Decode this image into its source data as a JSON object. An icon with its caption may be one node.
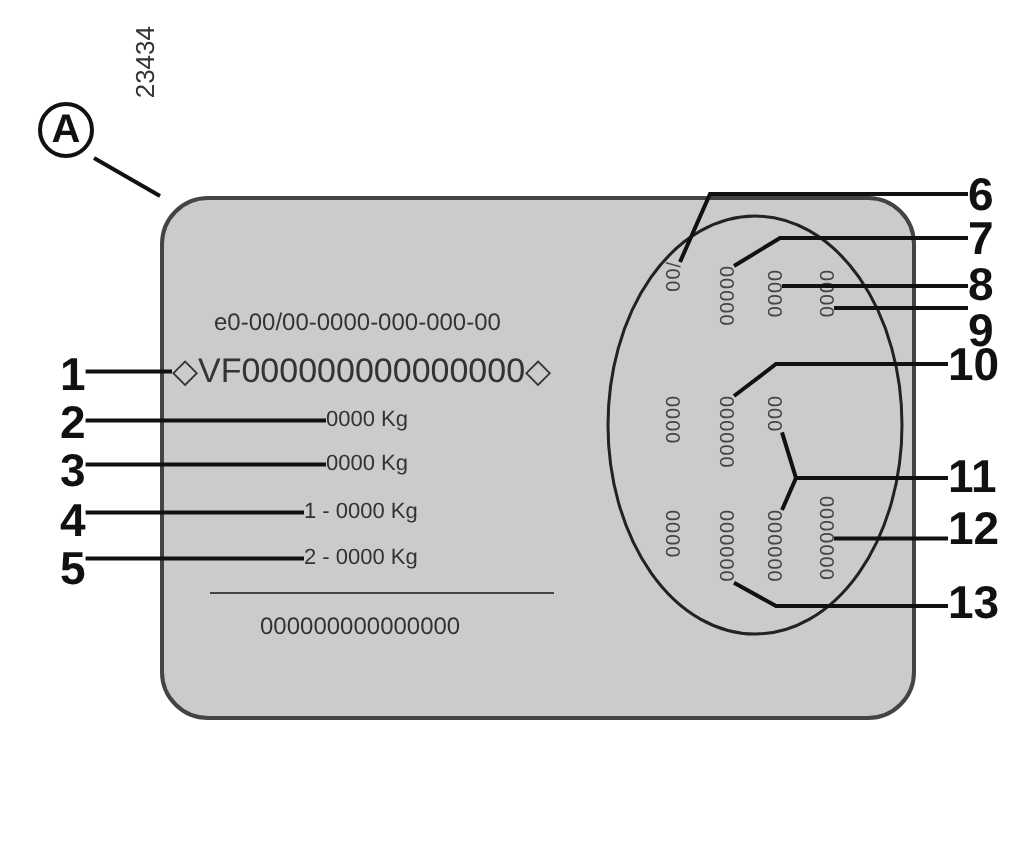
{
  "diagram": {
    "nodes": [
      {
        "text": [
          "A"
        ]
      },
      {
        "text": [
          "e0-00/00-0000-000-000-00",
          "000000000000000"
        ]
      },
      {
        "text": [
          "◇VF000000000000000◇"
        ],
        "in": 1
      },
      {
        "text": [
          "0000 Kg"
        ],
        "in": 1
      },
      {
        "text": [
          "0000 Kg"
        ],
        "in": 1
      },
      {
        "text": [
          "1 - 0000 Kg"
        ],
        "in": 1
      },
      {
        "text": [
          "2 - 0000 Kg"
        ],
        "in": 1
      },
      {
        "text": [],
        "shape": "ellipse",
        "in": 1
      },
      {
        "text": [
          "/00"
        ],
        "in": 7
      },
      {
        "text": [
          "00000"
        ],
        "in": 7
      },
      {
        "text": [
          "0000"
        ],
        "in": 7
      },
      {
        "text": [
          "0000"
        ],
        "in": 7
      },
      {
        "text": [
          "0000"
        ],
        "in": 7
      },
      {
        "text": [
          "000000"
        ],
        "in": 7
      },
      {
        "text": [
          "000"
        ],
        "in": 7
      },
      {
        "text": [
          "0000"
        ],
        "in": 7
      },
      {
        "text": [
          "000000"
        ],
        "in": 7
      },
      {
        "text": [
          "000000"
        ],
        "in": 7
      },
      {
        "text": [
          "0000000"
        ],
        "in": 7
      },
      {
        "text": [
          "1"
        ]
      },
      {
        "text": [
          "2"
        ]
      },
      {
        "text": [
          "3"
        ]
      },
      {
        "text": [
          "4"
        ]
      },
      {
        "text": [
          "5"
        ]
      },
      {
        "text": [
          "6"
        ]
      },
      {
        "text": [
          "7"
        ]
      },
      {
        "text": [
          "8"
        ]
      },
      {
        "text": [
          "9"
        ]
      },
      {
        "text": [
          "10"
        ]
      },
      {
        "text": [
          "11"
        ]
      },
      {
        "text": [
          "12"
        ]
      },
      {
        "text": [
          "13"
        ]
      }
    ],
    "edges": [
      {
        "from": 0,
        "to": 1,
        "arrow": "none"
      },
      {
        "from": 19,
        "to": 2,
        "arrow": "none"
      },
      {
        "from": 20,
        "to": 3,
        "arrow": "none"
      },
      {
        "from": 21,
        "to": 4,
        "arrow": "none"
      },
      {
        "from": 22,
        "to": 5,
        "arrow": "none"
      },
      {
        "from": 23,
        "to": 6,
        "arrow": "none"
      },
      {
        "from": 24,
        "to": 8,
        "arrow": "none"
      },
      {
        "from": 25,
        "to": 9,
        "arrow": "none"
      },
      {
        "from": 26,
        "to": 10,
        "arrow": "none"
      },
      {
        "from": 27,
        "to": 11,
        "arrow": "none"
      },
      {
        "from": 28,
        "to": 13,
        "arrow": "none"
      },
      {
        "from": 29,
        "to": 14,
        "arrow": "none"
      },
      {
        "from": 29,
        "to": 17,
        "arrow": "none"
      },
      {
        "from": 30,
        "to": 18,
        "arrow": "none"
      },
      {
        "from": 31,
        "to": 16,
        "arrow": "none"
      }
    ],
    "labels": [
      "23434"
    ]
  }
}
